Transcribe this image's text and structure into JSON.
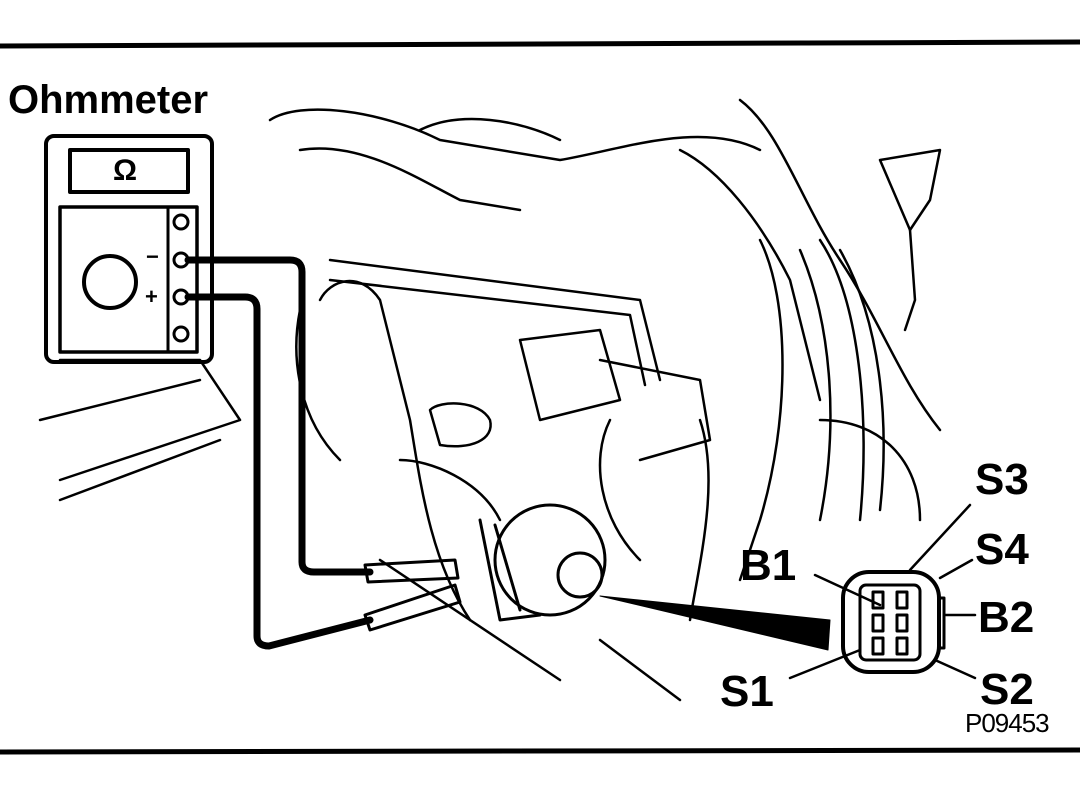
{
  "title": "Ohmmeter",
  "meter": {
    "display_symbol": "Ω",
    "minus_label": "−",
    "plus_label": "+"
  },
  "connector_pins": {
    "S3": "S3",
    "S4": "S4",
    "B1": "B1",
    "B2": "B2",
    "S1": "S1",
    "S2": "S2"
  },
  "figure_code": "P09453",
  "colors": {
    "ink": "#000000",
    "background": "#ffffff"
  }
}
